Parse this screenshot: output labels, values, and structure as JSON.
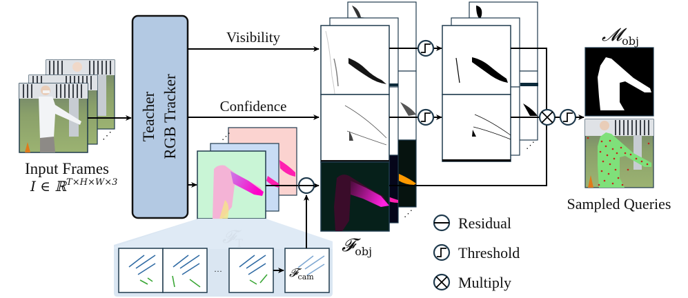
{
  "diagram": {
    "input": {
      "label": "Input Frames",
      "formula": "I ∈ ℝ",
      "formula_sup": "T×H×W×3",
      "ellipsis": "⋰"
    },
    "teacher": {
      "line1": "Teacher",
      "line2": "RGB Tracker",
      "fill": "#b3c9e3"
    },
    "branches": {
      "visibility": "Visibility",
      "confidence": "Confidence"
    },
    "flow": {
      "label_main": "𝓕",
      "label_sub": "T",
      "ellipsis": "⋰"
    },
    "camera": {
      "ellipsis": "···",
      "label_main": "𝓕",
      "label_sub": "cam"
    },
    "object_flow": {
      "label_main": "𝓕",
      "label_sub": "obj"
    },
    "mask": {
      "label_main": "𝓜",
      "label_sub": "obj"
    },
    "queries": {
      "label": "Sampled Queries"
    },
    "legend": [
      {
        "icon": "residual",
        "label": "Residual"
      },
      {
        "icon": "threshold",
        "label": "Threshold"
      },
      {
        "icon": "multiply",
        "label": "Multiply"
      }
    ],
    "colors": {
      "stroke": "#1f3a4d",
      "arrow": "#000000",
      "panel_bg": "#d6e3f1",
      "flow_green": "#c9f5d6",
      "flow_blue": "#c8dcf5",
      "flow_pink": "#fbd3d0",
      "magenta": "#ff1fd0",
      "orange": "#ff9900",
      "camera_blue": "#2f6aa3",
      "camera_green": "#3aa635",
      "query_green": "#7fe07a",
      "query_red": "#c4221a"
    }
  }
}
